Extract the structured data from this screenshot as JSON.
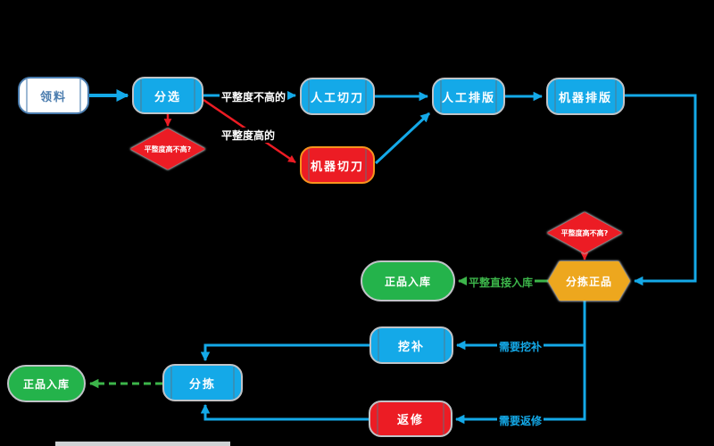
{
  "diagram_type": "flowchart",
  "nodes": {
    "lingliao": {
      "label": "领料",
      "shape": "cylinder",
      "fill": "#FFFFFF"
    },
    "fenxuan": {
      "label": "分选",
      "shape": "cylinder",
      "fill": "#14A9E8"
    },
    "pingzhengdu_check_1": {
      "label": "平整度高不高?",
      "shape": "diamond",
      "fill": "#EC1C24"
    },
    "rengong_qiedao": {
      "label": "人工切刀",
      "shape": "cylinder",
      "fill": "#14A9E8"
    },
    "jiqi_qiedao": {
      "label": "机器切刀",
      "shape": "cylinder",
      "fill": "#EC1C24"
    },
    "rengong_paiban": {
      "label": "人工排版",
      "shape": "cylinder",
      "fill": "#14A9E8"
    },
    "jiqi_paiban": {
      "label": "机器排版",
      "shape": "cylinder",
      "fill": "#14A9E8"
    },
    "pingzhengdu_check_2": {
      "label": "平整度高不高?",
      "shape": "diamond",
      "fill": "#EC1C24"
    },
    "fenjian_zhengpin": {
      "label": "分拣正品",
      "shape": "hexagon",
      "fill": "#EDA71E"
    },
    "zhengpin_ruku_top": {
      "label": "正品入库",
      "shape": "stadium",
      "fill": "#24B34B"
    },
    "wabu": {
      "label": "挖补",
      "shape": "cylinder",
      "fill": "#14A9E8"
    },
    "fanxiu": {
      "label": "返修",
      "shape": "cylinder",
      "fill": "#EC1C24"
    },
    "fenjian": {
      "label": "分拣",
      "shape": "cylinder",
      "fill": "#14A9E8"
    },
    "zhengpin_ruku_bottom": {
      "label": "正品入库",
      "shape": "stadium",
      "fill": "#24B34B"
    }
  },
  "edge_labels": {
    "flat_not_high": "平整度不高的",
    "flat_high": "平整度高的",
    "flat_direct_to_storage": "平整直接入库",
    "need_wabu": "需要挖补",
    "need_fanxiu": "需要返修"
  },
  "colors": {
    "background": "#000000",
    "node_blue": "#14A9E8",
    "node_red": "#EC1C24",
    "hexagon_orange": "#EDA71E",
    "stadium_green": "#24B34B",
    "border_silver": "#C0C3C7",
    "border_orange": "#F7941D",
    "white_node_border": "#4A7CAE",
    "edge_blue": "#14A9E8",
    "edge_red": "#EC1C24",
    "edge_green": "#3CB54A"
  }
}
